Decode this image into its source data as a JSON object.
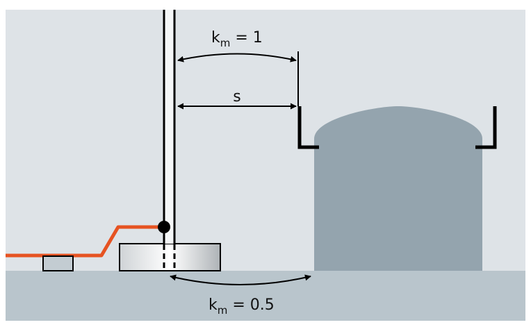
{
  "labels": {
    "km_top": {
      "base": "k",
      "sub": "m",
      "rest": " = 1"
    },
    "separation": "s",
    "km_bottom": {
      "base": "k",
      "sub": "m",
      "rest": " = 0.5"
    }
  },
  "colors": {
    "sky": "#dee3e7",
    "ground": "#b9c5cc",
    "tank": "#94a4ae",
    "conductor": "#e65322",
    "outline": "#000000"
  }
}
